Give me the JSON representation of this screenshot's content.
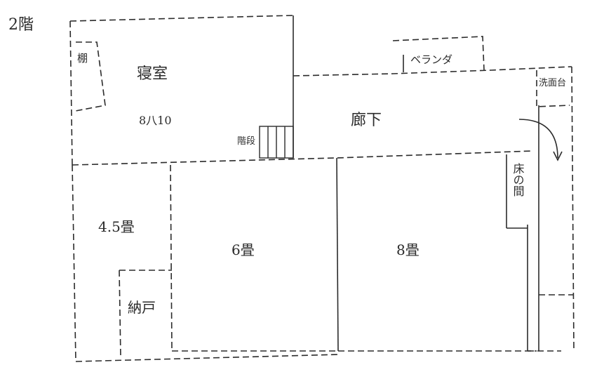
{
  "floor_label": "2階",
  "rooms": {
    "shelf": "棚",
    "bedroom": "寝室",
    "bedroom_size": "8八10",
    "stairs": "階段",
    "corridor": "廊下",
    "veranda": "ベランダ",
    "washbasin": "洗面台",
    "tokonoma": "床の間",
    "room_45": "4.5畳",
    "room_6": "6畳",
    "room_8": "8畳",
    "storage": "納戸"
  },
  "colors": {
    "ink": "#2b2b2b",
    "paper": "#ffffff"
  }
}
